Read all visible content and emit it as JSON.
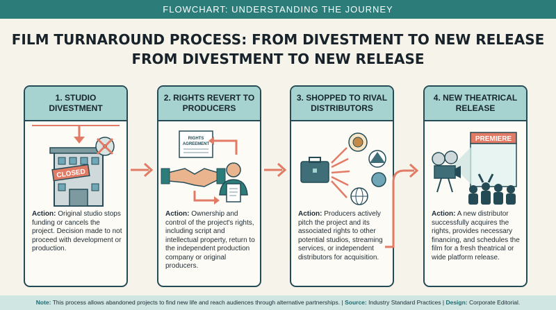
{
  "banner": "FLOWCHART: UNDERSTANDING THE JOURNEY",
  "title": {
    "line1": "FILM TURNAROUND PROCESS: FROM DIVESTMENT TO NEW RELEASE",
    "line2": "FROM DIVESTMENT TO NEW RELEASE"
  },
  "steps": [
    {
      "title": "1. STUDIO DIVESTMENT",
      "action_label": "Action:",
      "action_text": "Original studio stops funding or cancels the project. Decision made to not proceed with development or production.",
      "art": {
        "sign_text": "CLOSED",
        "icons": [
          "down-arrow-icon",
          "closed-building-icon",
          "prohibited-reel-icon"
        ]
      }
    },
    {
      "title": "2. RIGHTS REVERT TO PRODUCERS",
      "action_label": "Action:",
      "action_text": "Ownership and control of the project's rights, including script and intellectual property, return to the independent production company or original producers.",
      "art": {
        "doc_line1": "RIGHTS",
        "doc_line2": "AGREEMENT",
        "icons": [
          "rights-document-icon",
          "handshake-icon",
          "producer-icon"
        ]
      }
    },
    {
      "title": "3. SHOPPED TO RIVAL DISTRIBUTORS",
      "action_label": "Action:",
      "action_text": "Producers actively pitch the project and its associated rights to other potential studios, streaming services, or independent distributors for acquisition.",
      "art": {
        "icons": [
          "briefcase-icon",
          "lion-logo-icon",
          "mountain-logo-icon",
          "globe-icon"
        ]
      }
    },
    {
      "title": "4. NEW THEATRICAL RELEASE",
      "action_label": "Action:",
      "action_text": "A new distributor successfully acquires the rights, provides necessary financing, and schedules the film for a fresh theatrical or wide platform release.",
      "art": {
        "marquee_text": "PREMIERE",
        "icons": [
          "film-projector-icon",
          "premiere-screen-icon",
          "audience-icon"
        ]
      }
    }
  ],
  "footer": {
    "note_label": "Note:",
    "note_text": "This process allows abandoned projects to find new life and reach audiences through alternative partnerships.",
    "sep1": " | ",
    "source_label": "Source:",
    "source_text": "Industry Standard Practices",
    "sep2": " | ",
    "design_label": "Design:",
    "design_text": "Corporate Editorial."
  },
  "colors": {
    "teal": "#2c7d7a",
    "header_fill": "#a6d3cf",
    "border": "#244b55",
    "arrow": "#e27b65",
    "background": "#f6f3ea"
  }
}
